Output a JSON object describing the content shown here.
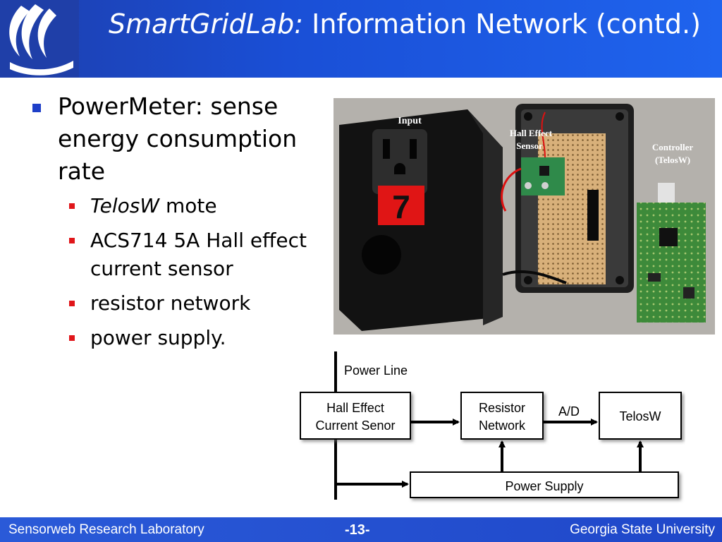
{
  "slide": {
    "title_brand": "SmartGridLab:",
    "title_rest": " Information Network (contd.)"
  },
  "bullets": {
    "main": "PowerMeter: sense energy consumption rate",
    "sub": [
      {
        "emph": "TelosW",
        "text": " mote"
      },
      {
        "emph": "",
        "text": "ACS714 5A Hall effect current sensor"
      },
      {
        "emph": "",
        "text": "resistor network"
      },
      {
        "emph": "",
        "text": "power supply."
      }
    ]
  },
  "photo": {
    "labels": {
      "input": "Input",
      "hall_line1": "Hall Effect",
      "hall_line2": "Sensor",
      "controller_line1": "Controller",
      "controller_line2": "(TelosW)",
      "box_number": "7"
    }
  },
  "diagram": {
    "power_line": "Power Line",
    "hall_line1": "Hall Effect",
    "hall_line2": "Current Senor",
    "resistor_line1": "Resistor",
    "resistor_line2": "Network",
    "ad_label": "A/D",
    "telosw": "TelosW",
    "power_supply": "Power Supply"
  },
  "footer": {
    "left": "Sensorweb Research Laboratory",
    "page": "-13-",
    "right": "Georgia State University"
  },
  "colors": {
    "header_blue": "#1a4fd6",
    "footer_blue": "#2a5ad8",
    "l1_bullet": "#1e3fc8",
    "l2_bullet": "#e0161a"
  }
}
